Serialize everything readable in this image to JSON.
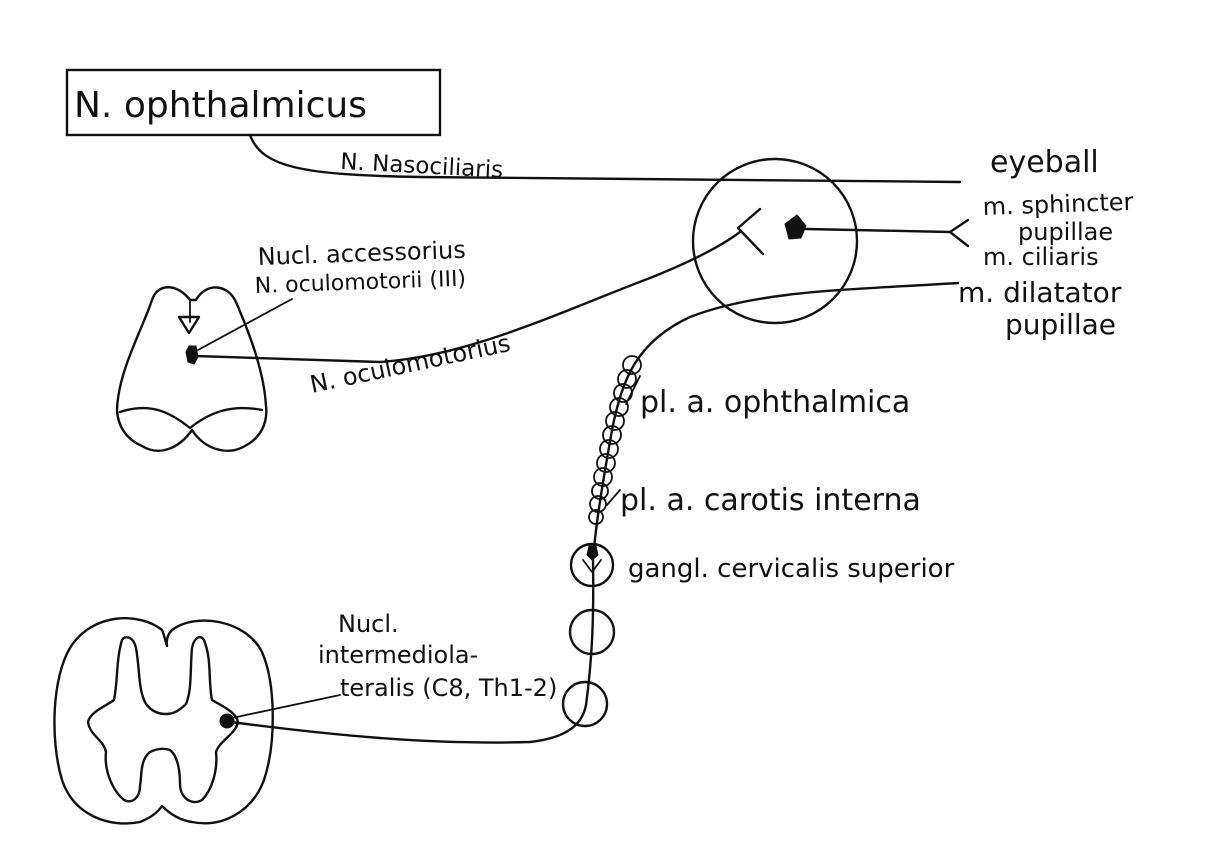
{
  "labels": {
    "box_title": "N. ophthalmicus",
    "nasociliaris": "N. Nasociliaris",
    "eyeball": "eyeball",
    "sphincter_1": "m. sphincter",
    "sphincter_2": "pupillae",
    "ciliaris": "m. ciliaris",
    "dilatator_1": "m. dilatator",
    "dilatator_2": "pupillae",
    "nucl_accessorius_1": "Nucl. accessorius",
    "nucl_accessorius_2": "N. oculomotorii (III)",
    "oculomotorius": "N. oculomotorius",
    "pl_ophthalmica": "pl. a. ophthalmica",
    "pl_carotis": "pl. a. carotis interna",
    "gangl_cervicalis": "gangl. cervicalis superior",
    "nucl_intermedio_1": "Nucl.",
    "nucl_intermedio_2": "intermediola-",
    "nucl_intermedio_3": "teralis (C8, Th1-2)"
  },
  "colors": {
    "ink": "#111111",
    "background": "#ffffff"
  }
}
